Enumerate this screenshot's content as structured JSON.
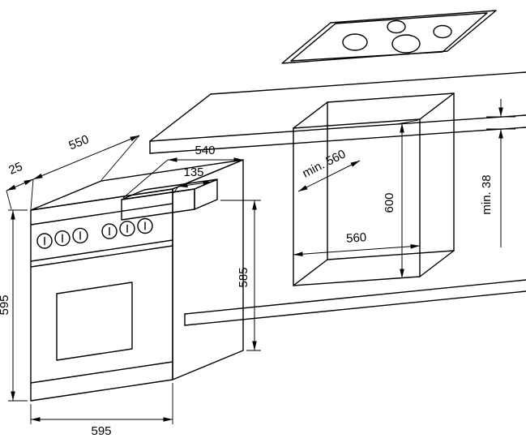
{
  "diagram": {
    "background": "#ffffff",
    "line_color": "#000000",
    "labels": {
      "door_offset": "25",
      "oven_depth": "550",
      "oven_top_width": "540",
      "control_panel_depth": "135",
      "oven_height_front": "595",
      "oven_height_back": "585",
      "oven_width": "595",
      "niche_min_depth": "min. 560",
      "niche_width": "560",
      "niche_height": "600",
      "worktop_min_thickness": "min. 38"
    }
  }
}
